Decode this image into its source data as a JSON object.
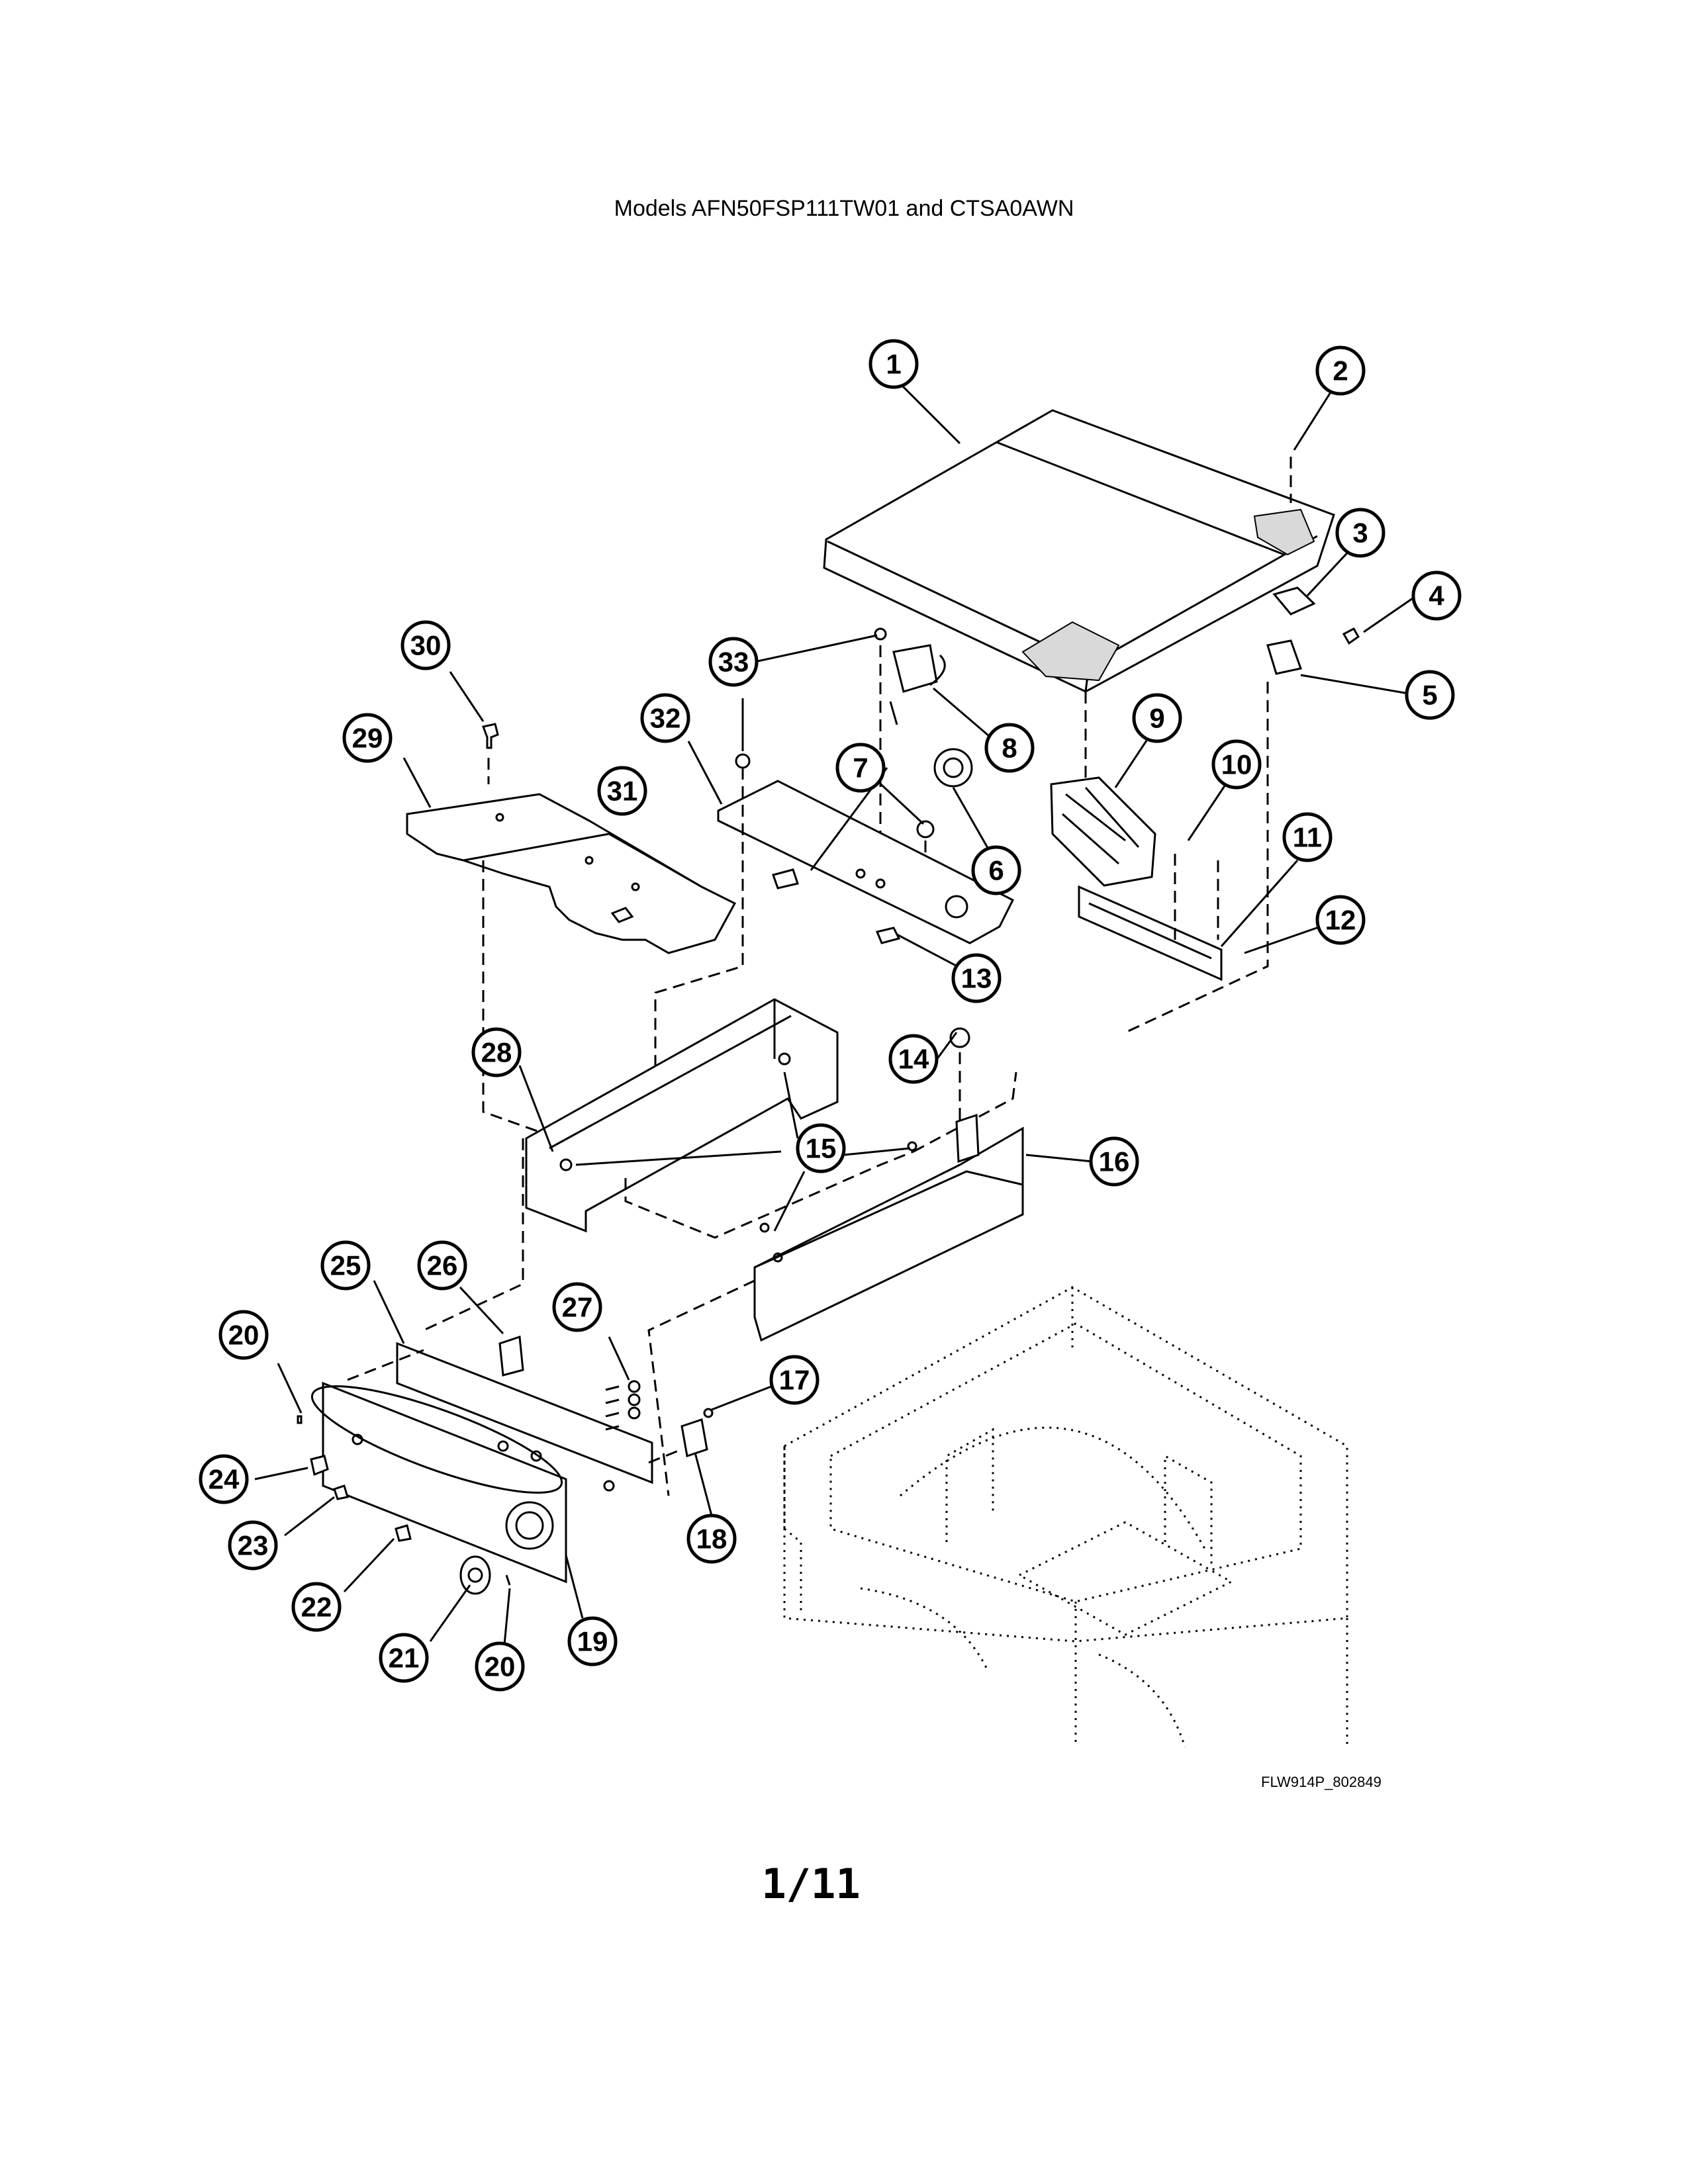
{
  "title": "Models AFN50FSP111TW01 and CTSA0AWN",
  "drawing_code": "FLW914P_802849",
  "page_number": "1/11",
  "callouts": [
    "1",
    "2",
    "3",
    "4",
    "5",
    "6",
    "7",
    "8",
    "9",
    "10",
    "11",
    "12",
    "13",
    "14",
    "15",
    "16",
    "17",
    "18",
    "19",
    "20",
    "20",
    "21",
    "22",
    "23",
    "24",
    "25",
    "26",
    "27",
    "28",
    "29",
    "30",
    "31",
    "32",
    "33"
  ]
}
